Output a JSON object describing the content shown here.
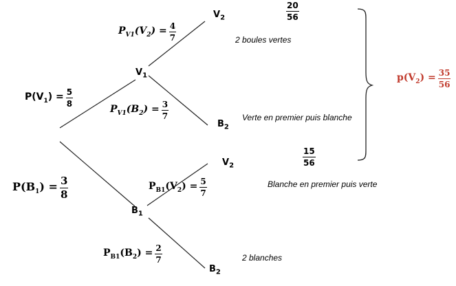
{
  "nodes": {
    "v1": {
      "base": "V",
      "sub": "1"
    },
    "b1": {
      "base": "B",
      "sub": "1"
    },
    "v2_top": {
      "base": "V",
      "sub": "2"
    },
    "b2_top": {
      "base": "B",
      "sub": "2"
    },
    "v2_bottom": {
      "base": "V",
      "sub": "2"
    },
    "b2_bottom": {
      "base": "B",
      "sub": "2"
    }
  },
  "probabilities": {
    "p_v1": {
      "label": "P(V",
      "sub": "1",
      "close": ") =",
      "num": "5",
      "den": "8"
    },
    "p_b1": {
      "label": "P(B",
      "sub": "1",
      "close": ") =",
      "num": "3",
      "den": "8"
    },
    "pv1_v2": {
      "label": "P",
      "sub": "V1",
      "arg": "(V",
      "argsub": "2",
      "close": ") =",
      "num": "4",
      "den": "7"
    },
    "pv1_b2": {
      "label": "P",
      "sub": "V1",
      "arg": "(B",
      "argsub": "2",
      "close": ") =",
      "num": "3",
      "den": "7"
    },
    "pb1_v2": {
      "label": "P",
      "sub": "B1",
      "arg": "(V",
      "argsub": "2",
      "close": ") =",
      "num": "5",
      "den": "7"
    },
    "pb1_b2": {
      "label": "P",
      "sub": "B1",
      "arg": "(B",
      "argsub": "2",
      "close": ") =",
      "num": "2",
      "den": "7"
    }
  },
  "outcomes": {
    "vv": {
      "num": "20",
      "den": "56",
      "text": "2 boules vertes"
    },
    "vb": {
      "text": "Verte en premier puis blanche"
    },
    "bv": {
      "num": "15",
      "den": "56",
      "text": "Blanche en premier puis verte"
    },
    "bb": {
      "text": "2 blanches"
    }
  },
  "total": {
    "label": "p(V",
    "sub": "2",
    "close": ") =",
    "num": "35",
    "den": "56",
    "color": "#c0392b"
  }
}
